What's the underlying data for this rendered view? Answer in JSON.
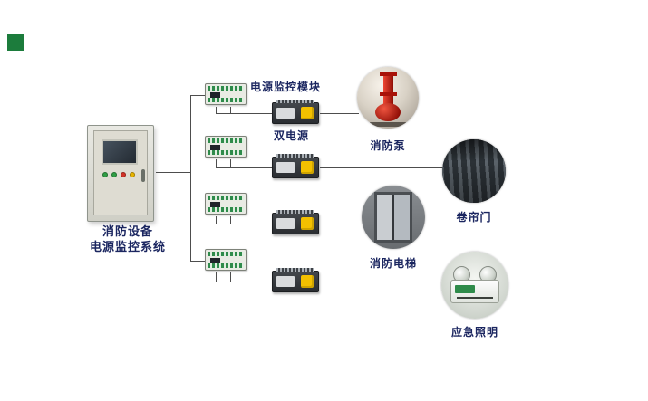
{
  "diagram": {
    "title": {
      "line1": "消防设备",
      "line2": "电源监控系统"
    },
    "module_label": "电源监控模块",
    "ats_label": "双电源",
    "equipment": [
      {
        "id": "fire-pump",
        "name": "消防泵"
      },
      {
        "id": "rolling-door",
        "name": "卷帘门"
      },
      {
        "id": "fire-elevator",
        "name": "消防电梯"
      },
      {
        "id": "emergency-lighting",
        "name": "应急照明"
      }
    ],
    "colors": {
      "label_text": "#1b2660",
      "line": "#4d4d4d",
      "marker_green": "#1c7c3c",
      "ats_yellow": "#f3c000",
      "pump_red": "#c3150d"
    }
  }
}
